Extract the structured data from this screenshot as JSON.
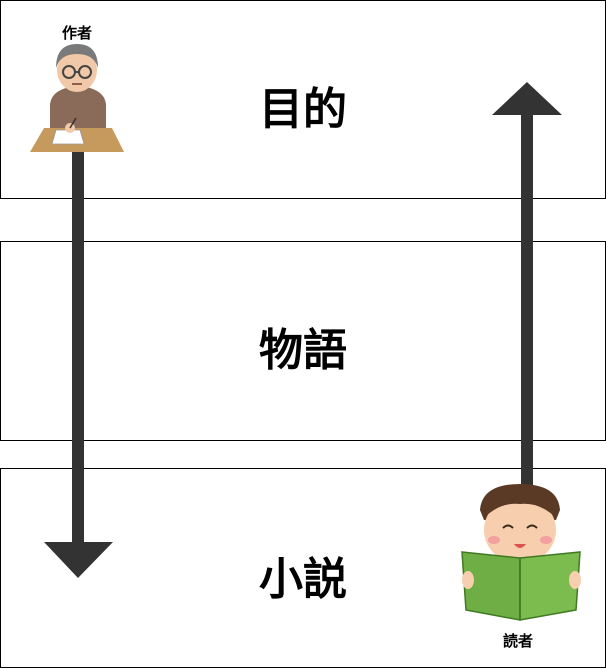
{
  "boxes": {
    "purpose": "目的",
    "story": "物語",
    "novel": "小説"
  },
  "roles": {
    "author": "作者",
    "reader": "読者"
  },
  "icons": {
    "author": "author-writing-icon",
    "reader": "reader-reading-book-icon"
  },
  "arrows": {
    "author_direction": "down",
    "reader_direction": "up",
    "color": "#333333"
  }
}
